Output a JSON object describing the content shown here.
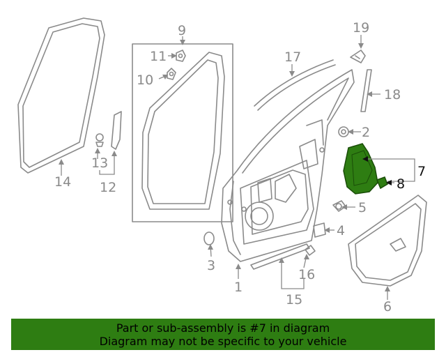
{
  "colors": {
    "line": "#8a8a8a",
    "highlight_fill": "#2e7d12",
    "highlight_stroke": "#1a4d08",
    "banner_bg": "#2e7d12",
    "label_highlight": "#111111"
  },
  "callouts": {
    "c1": "1",
    "c2": "2",
    "c3": "3",
    "c4": "4",
    "c5": "5",
    "c6": "6",
    "c7": "7",
    "c8": "8",
    "c9": "9",
    "c10": "10",
    "c11": "11",
    "c12": "12",
    "c13": "13",
    "c14": "14",
    "c15": "15",
    "c16": "16",
    "c17": "17",
    "c18": "18",
    "c19": "19"
  },
  "highlighted_part": "7",
  "banner": {
    "line1": "Part or sub-assembly is #7 in diagram",
    "line2": "Diagram may not be specific to your vehicle"
  }
}
